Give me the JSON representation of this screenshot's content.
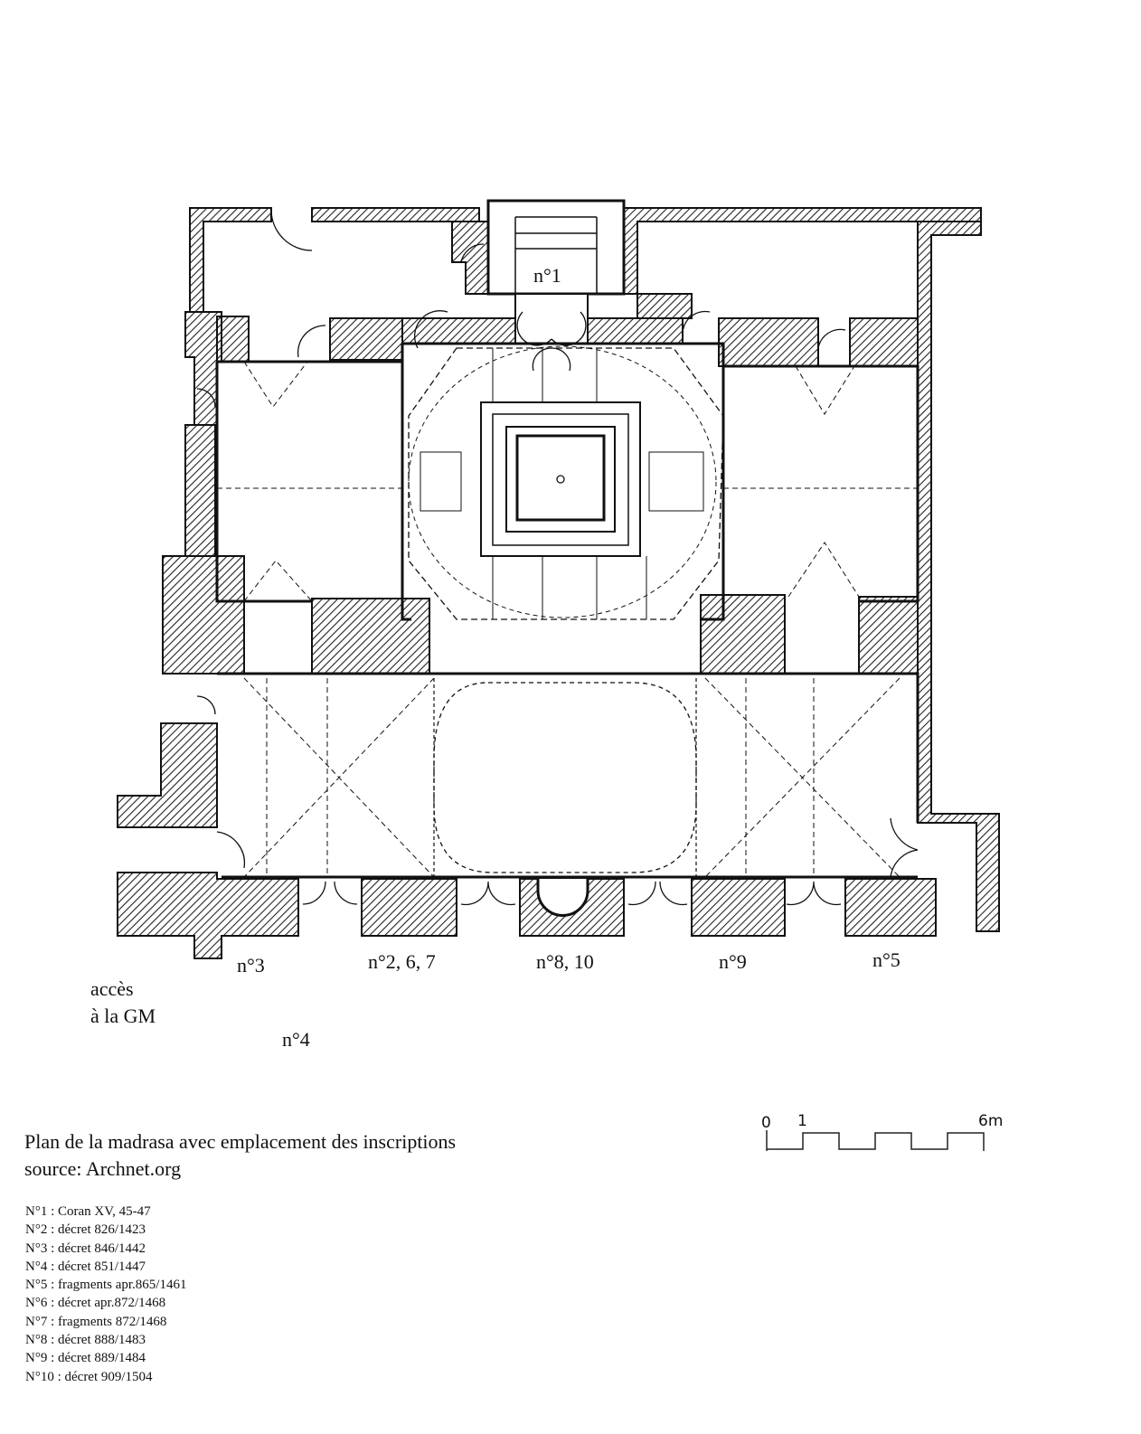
{
  "plan": {
    "labels": {
      "n1": "n°1",
      "n3": "n°3",
      "n267": "n°2, 6, 7",
      "n810": "n°8, 10",
      "n9": "n°9",
      "n5": "n°5",
      "acces_line1": "accès",
      "acces_line2": "à la GM",
      "n4": "n°4"
    }
  },
  "caption": {
    "title": "Plan de la madrasa avec emplacement des inscriptions",
    "source": "source: Archnet.org"
  },
  "scale": {
    "zero": "0",
    "one": "1",
    "end": "6m"
  },
  "legend": [
    "N°1 : Coran XV, 45-47",
    "N°2 : décret 826/1423",
    "N°3 : décret 846/1442",
    "N°4 : décret 851/1447",
    "N°5 : fragments apr.865/1461",
    "N°6 : décret apr.872/1468",
    "N°7 : fragments 872/1468",
    "N°8 : décret 888/1483",
    "N°9 : décret 889/1484",
    "N°10 : décret 909/1504"
  ]
}
